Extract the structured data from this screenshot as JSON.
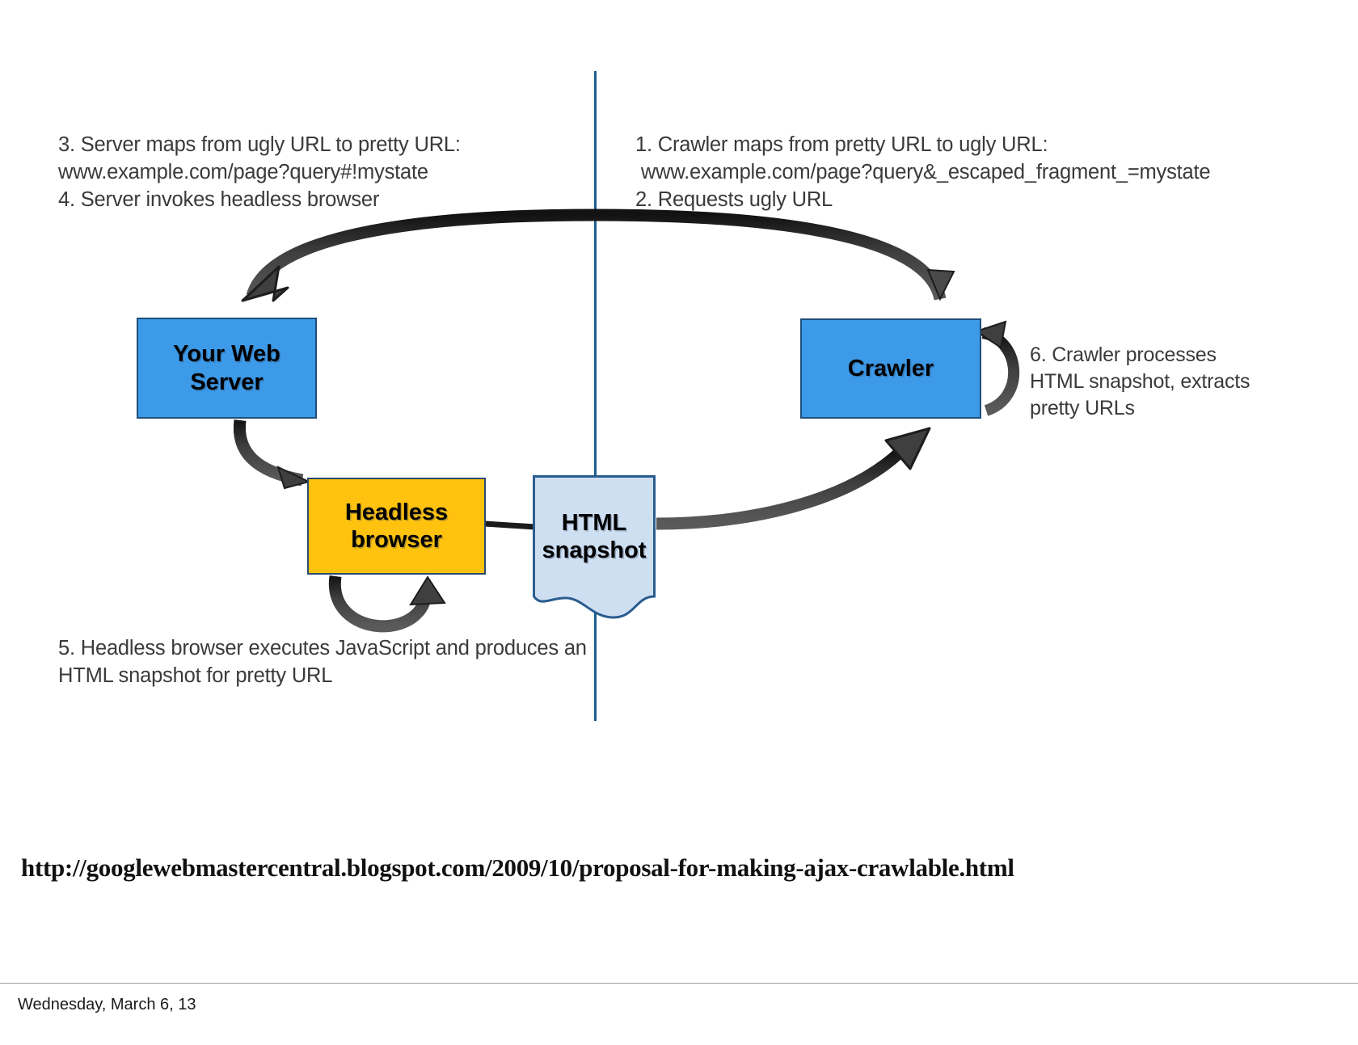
{
  "diagram": {
    "type": "flow-diagram",
    "title": "AJAX crawling scheme",
    "divider_color": "#1f5c8b",
    "nodes": [
      {
        "id": "web-server",
        "label": "Your Web\nServer",
        "fill": "#3d9ae8",
        "border": "#1f4e79",
        "shape": "rect"
      },
      {
        "id": "crawler",
        "label": "Crawler",
        "fill": "#3d9ae8",
        "border": "#1f4e79",
        "shape": "rect"
      },
      {
        "id": "headless",
        "label": "Headless\nbrowser",
        "fill": "#ffc20e",
        "border": "#2a4b72",
        "shape": "rect"
      },
      {
        "id": "html-snapshot",
        "label": "HTML\nsnapshot",
        "fill": "#cfdff2",
        "border": "#2a5d8f",
        "shape": "document"
      }
    ],
    "annotations": {
      "left": "3. Server maps from ugly URL to pretty URL:\nwww.example.com/page?query#!mystate\n4. Server invokes headless browser",
      "right": "1. Crawler maps from pretty URL to ugly URL:\n www.example.com/page?query&_escaped_fragment_=mystate\n2. Requests ugly URL",
      "step5": "5. Headless browser executes JavaScript and produces an\nHTML snapshot for pretty URL",
      "step6": "6. Crawler processes\nHTML snapshot, extracts\npretty URLs"
    },
    "arrow_color": "#3b3b3b"
  },
  "footer": {
    "url": "http://googlewebmastercentral.blogspot.com/2009/10/proposal-for-making-ajax-crawlable.html",
    "date": "Wednesday, March 6, 13"
  }
}
